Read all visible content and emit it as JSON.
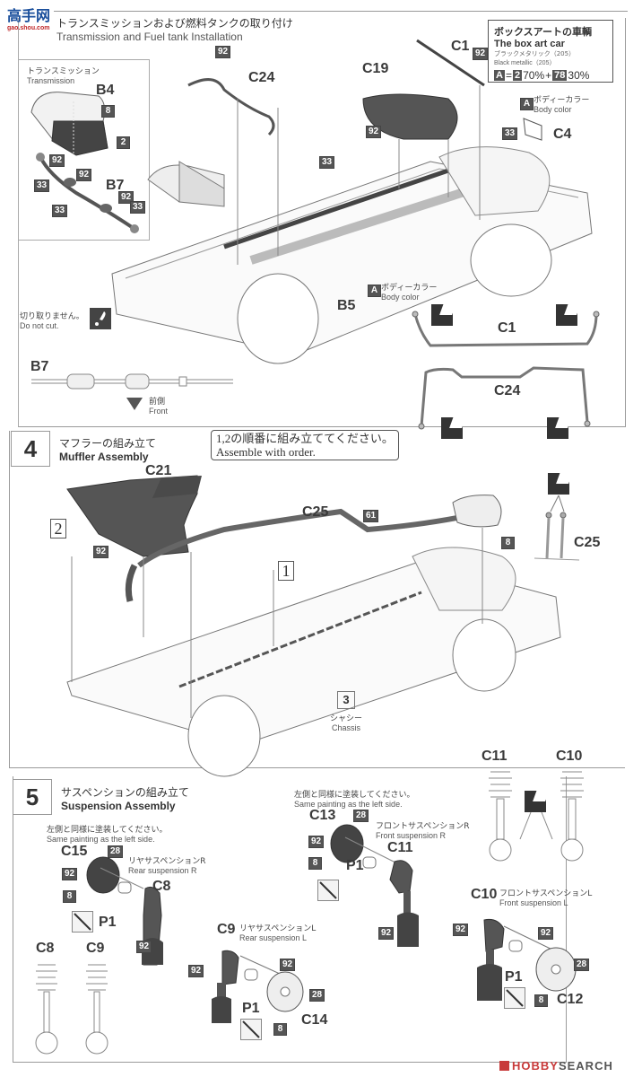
{
  "watermark": {
    "site_cn": "高手网",
    "site_url": "gao.shou.com"
  },
  "step3": {
    "title_jp": "トランスミッションおよび燃料タンクの取り付け",
    "title_en": "Transmission and Fuel tank Installation",
    "transmission_inset": {
      "label_jp": "トランスミッション",
      "label_en": "Transmission",
      "parts": [
        "B4",
        "B7"
      ],
      "paints": [
        "8",
        "2",
        "92",
        "92",
        "33",
        "33",
        "92",
        "33"
      ]
    },
    "parts": {
      "c24": "C24",
      "c1": "C1",
      "c19": "C19",
      "c4": "C4",
      "b5": "B5",
      "b7": "B7",
      "c1_bar": "C1",
      "c24_bar": "C24"
    },
    "paints": {
      "p92_top": "92",
      "p92_c1": "92",
      "p92_c19": "92",
      "p33_mid": "33",
      "p33_right": "33",
      "body_a1": "A",
      "body_a2": "A"
    },
    "body_color_jp": "ボディーカラー",
    "body_color_en": "Body color",
    "do_not_cut_jp": "切り取りません。",
    "do_not_cut_en": "Do not cut.",
    "front_jp": "前側",
    "front_en": "Front"
  },
  "box_art": {
    "title_jp": "ボックスアートの車輌",
    "title_en": "The box art car",
    "color_jp": "ブラックメタリック（205）",
    "color_en": "Black metallic（205）",
    "formula": {
      "a": "A",
      "eq": "=",
      "c1": "2",
      "p1": "70%",
      "plus": "+",
      "c2": "78",
      "p2": "30%"
    }
  },
  "step4": {
    "number": "4",
    "title_jp": "マフラーの組み立て",
    "title_en": "Muffler Assembly",
    "order_note_jp": "1,2の順番に組み立ててください。",
    "order_note_en": "Assemble with order.",
    "parts": {
      "c21": "C21",
      "c25": "C25",
      "c25_side": "C25"
    },
    "paints": {
      "p92": "92",
      "p61": "61",
      "p8": "8"
    },
    "order": {
      "one": "1",
      "two": "2"
    },
    "chassis": {
      "number": "3",
      "label_jp": "シャシー",
      "label_en": "Chassis"
    }
  },
  "step5": {
    "number": "5",
    "title_jp": "サスペンションの組み立て",
    "title_en": "Suspension Assembly",
    "same_paint_jp": "左側と同様に塗装してください。",
    "same_paint_en": "Same painting as the left side.",
    "rear_r": {
      "label_jp": "リヤサスペンションR",
      "label_en": "Rear suspension R",
      "parts": {
        "disc": "C15",
        "strut": "C8",
        "bush": "P1"
      },
      "paints": {
        "p28": "28",
        "p92a": "92",
        "p8": "8",
        "p92b": "92"
      }
    },
    "front_r": {
      "label_jp": "フロントサスペンションR",
      "label_en": "Front suspension R",
      "parts": {
        "disc": "C13",
        "strut": "C11",
        "bush": "P1"
      },
      "paints": {
        "p28": "28",
        "p92a": "92",
        "p8": "8",
        "p92b": "92"
      }
    },
    "rear_l": {
      "label_jp": "リヤサスペンションL",
      "label_en": "Rear suspension L",
      "parts": {
        "strut": "C9",
        "disc": "C14",
        "bush": "P1"
      },
      "paints": {
        "p92a": "92",
        "p92b": "92",
        "p28": "28",
        "p8": "8"
      }
    },
    "front_l": {
      "label_jp": "フロントサスペンションL",
      "label_en": "Front suspension L",
      "parts": {
        "strut": "C10",
        "disc": "C12",
        "bush": "P1"
      },
      "paints": {
        "p92a": "92",
        "p92b": "92",
        "p28": "28",
        "p8": "8"
      }
    },
    "springs_rear": [
      "C8",
      "C9"
    ],
    "springs_front": [
      "C11",
      "C10"
    ]
  },
  "footer": {
    "brand_a": "HOBBY",
    "brand_b": "SEARCH"
  }
}
